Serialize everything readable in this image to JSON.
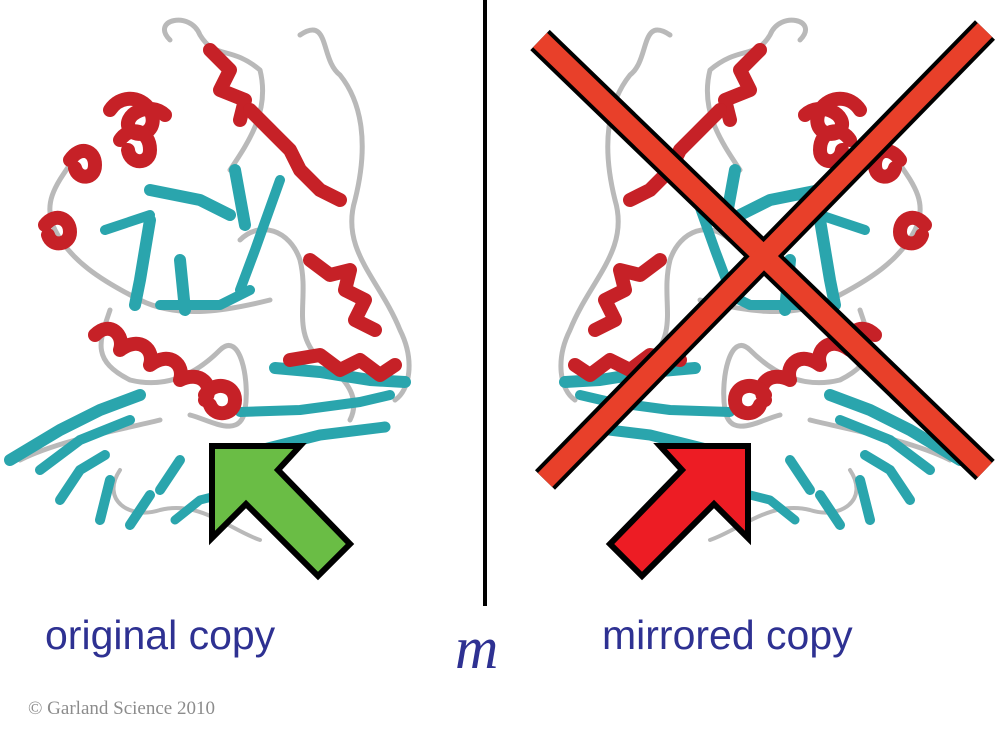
{
  "figure": {
    "left": {
      "label": "original copy",
      "arrow_color": "#6abd45",
      "arrow_direction": "up-left"
    },
    "right": {
      "label": "mirrored copy",
      "arrow_color": "#ed1c24",
      "arrow_direction": "up-right",
      "cross_color": "#e8402a"
    },
    "mirror_symbol": "m",
    "copyright": "© Garland Science 2010"
  },
  "colors": {
    "helix": "#c62127",
    "strand": "#2aa5ad",
    "coil": "#c8c8c8",
    "text": "#2e3192",
    "divider": "#000000"
  }
}
